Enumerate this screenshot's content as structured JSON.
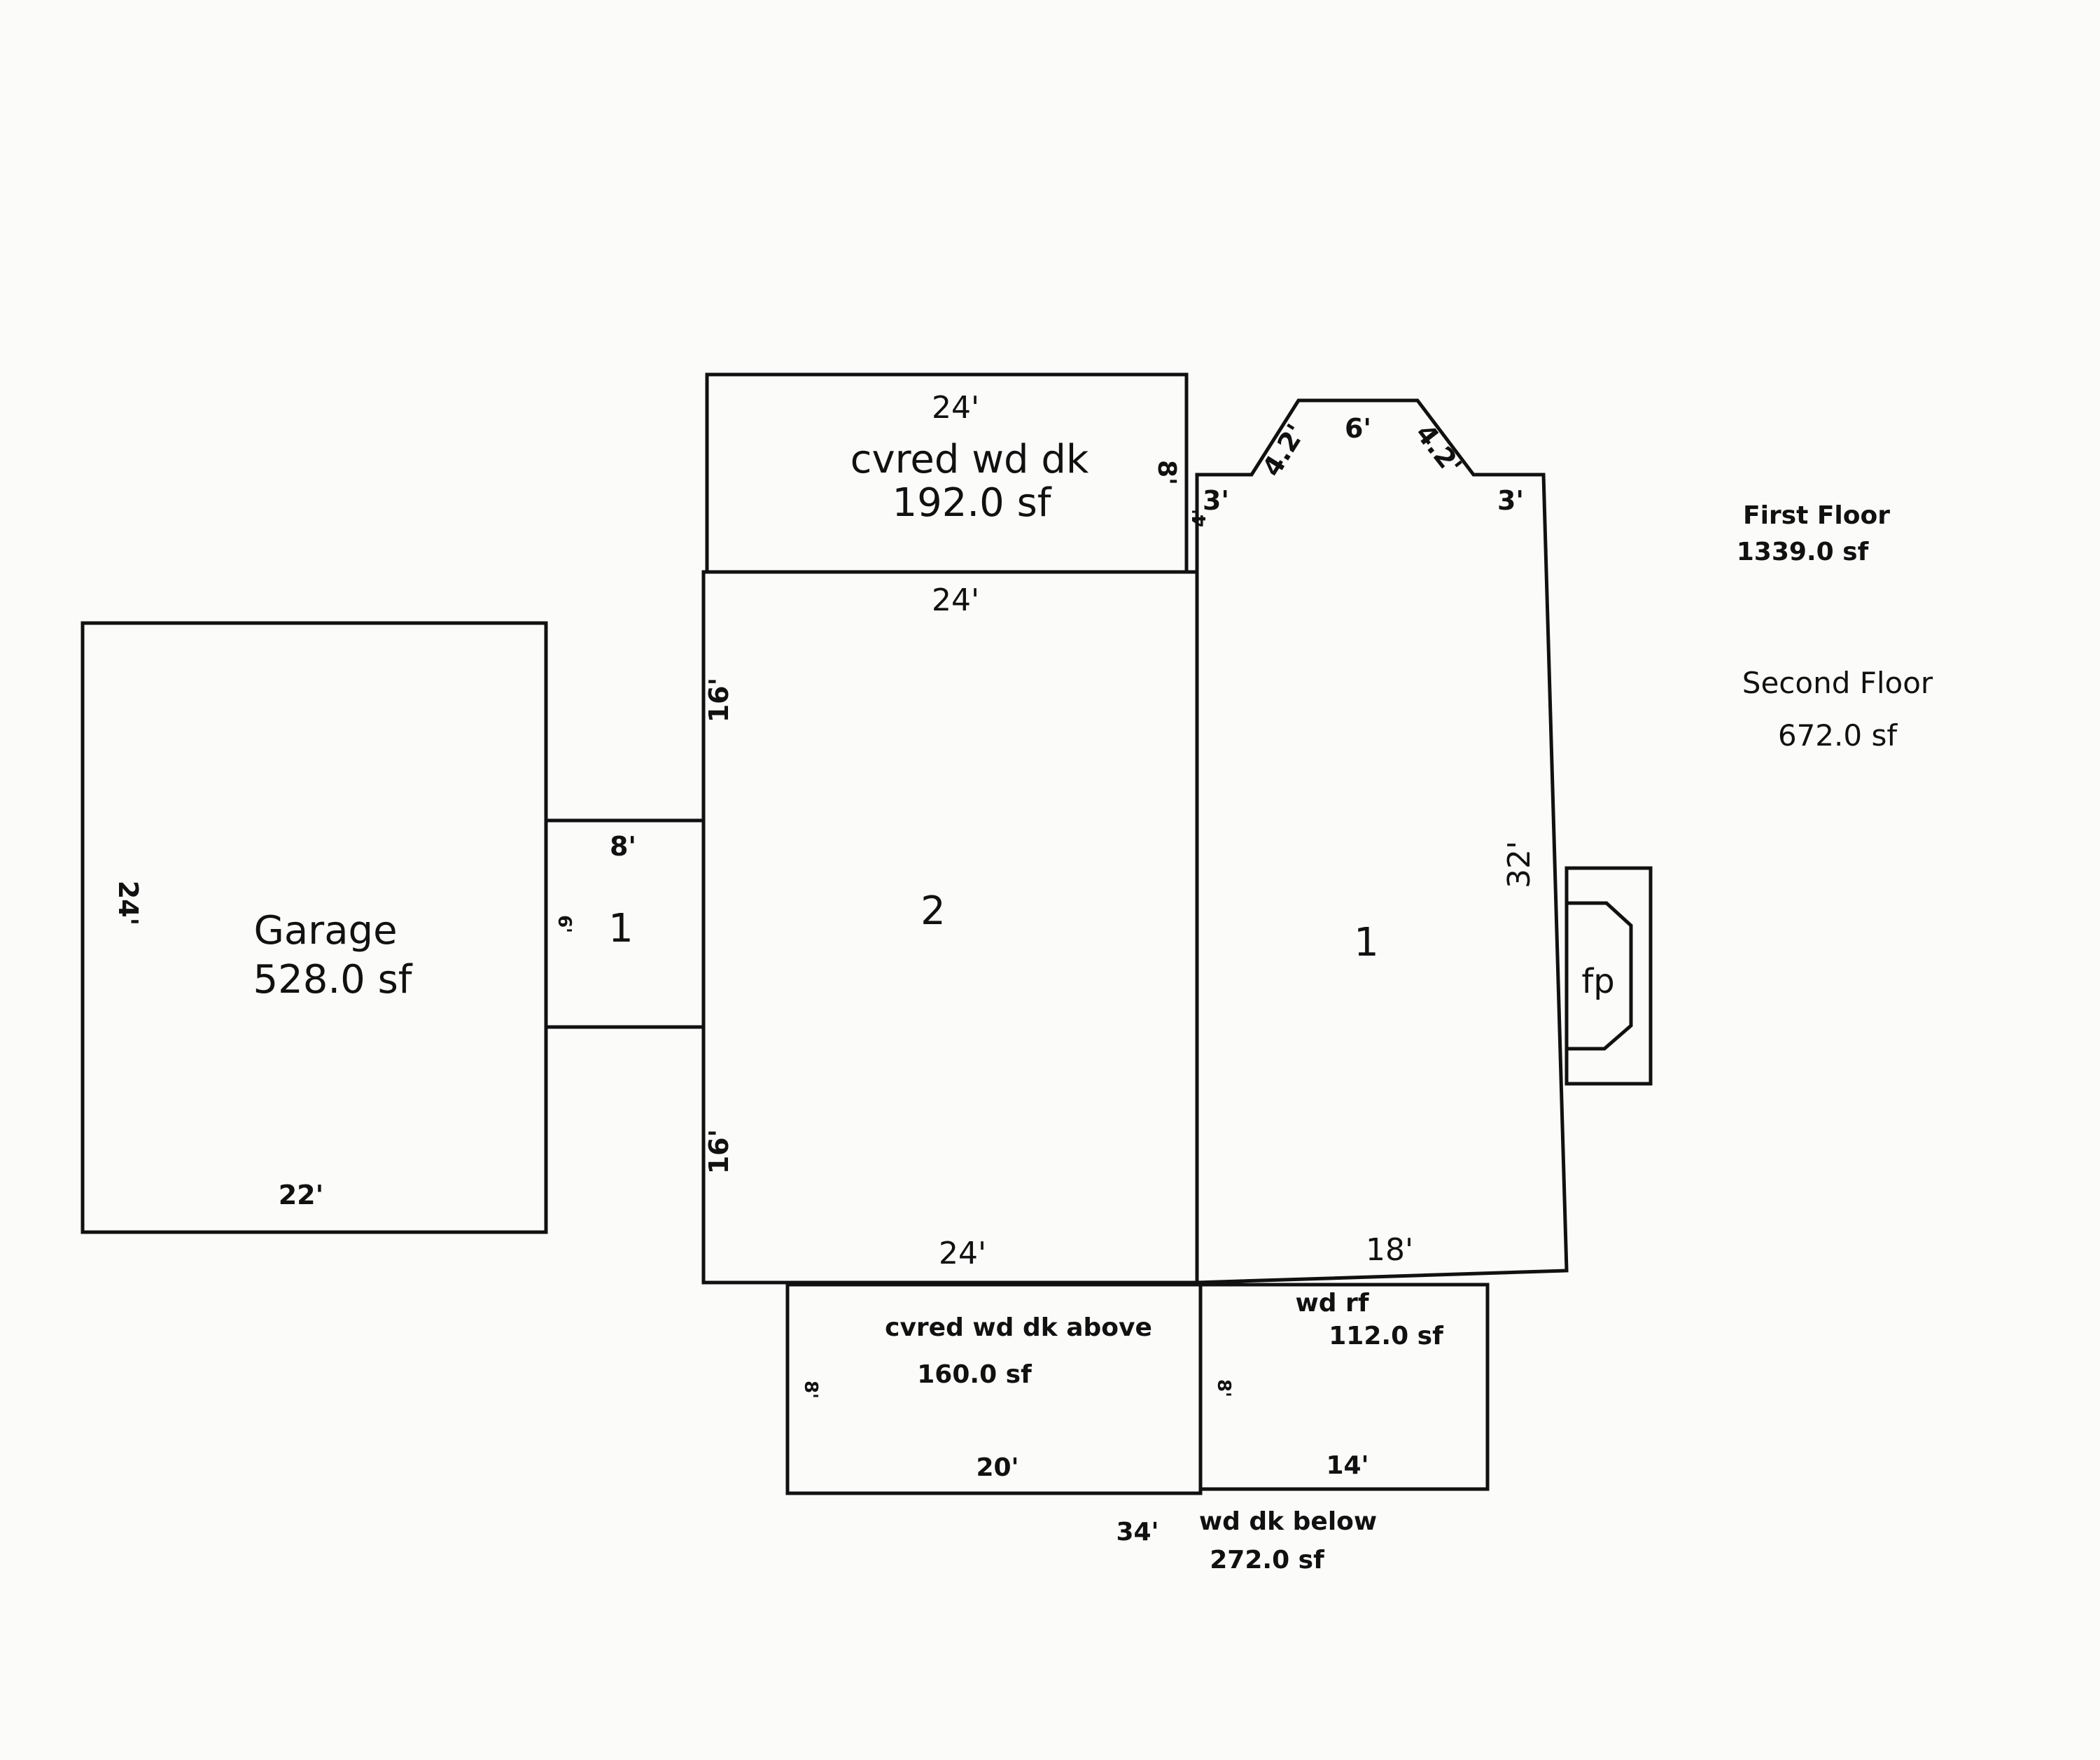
{
  "legend": {
    "first_floor_label": "First Floor",
    "first_floor_area": "1339.0 sf",
    "second_floor_label": "Second Floor",
    "second_floor_area": "672.0 sf"
  },
  "garage": {
    "name": "Garage",
    "area": "528.0 sf",
    "dim_side": "24'",
    "dim_bottom": "22'"
  },
  "breezeway": {
    "name": "1",
    "dim_top": "8'",
    "dim_side": "6'"
  },
  "covered_deck_top": {
    "name": "cvred wd dk",
    "area": "192.0 sf",
    "dim_top": "24'",
    "dim_side": "8'"
  },
  "section_2": {
    "name": "2",
    "dim_top": "24'",
    "dim_bottom": "24'",
    "dim_left_upper": "16'",
    "dim_left_lower": "16'"
  },
  "section_1": {
    "name": "1",
    "dim_bottom": "18'",
    "dim_right": "32'",
    "dim_bay_left": "3'",
    "dim_bay_right": "3'",
    "dim_bay_diag_left": "4.2'",
    "dim_bay_diag_right": "4.2'",
    "dim_bay_top": "6'",
    "dim_bay_depth": "4'"
  },
  "fireplace": {
    "name": "fp"
  },
  "lower_deck_left": {
    "name": "cvred wd dk above",
    "area": "160.0 sf",
    "dim_bottom": "20'",
    "dim_side": "8'"
  },
  "lower_deck_right": {
    "name": "wd rf",
    "area": "112.0 sf",
    "dim_bottom": "14'",
    "dim_side": "8'"
  },
  "deck_below": {
    "dim": "34'",
    "name": "wd dk below",
    "area": "272.0 sf"
  }
}
